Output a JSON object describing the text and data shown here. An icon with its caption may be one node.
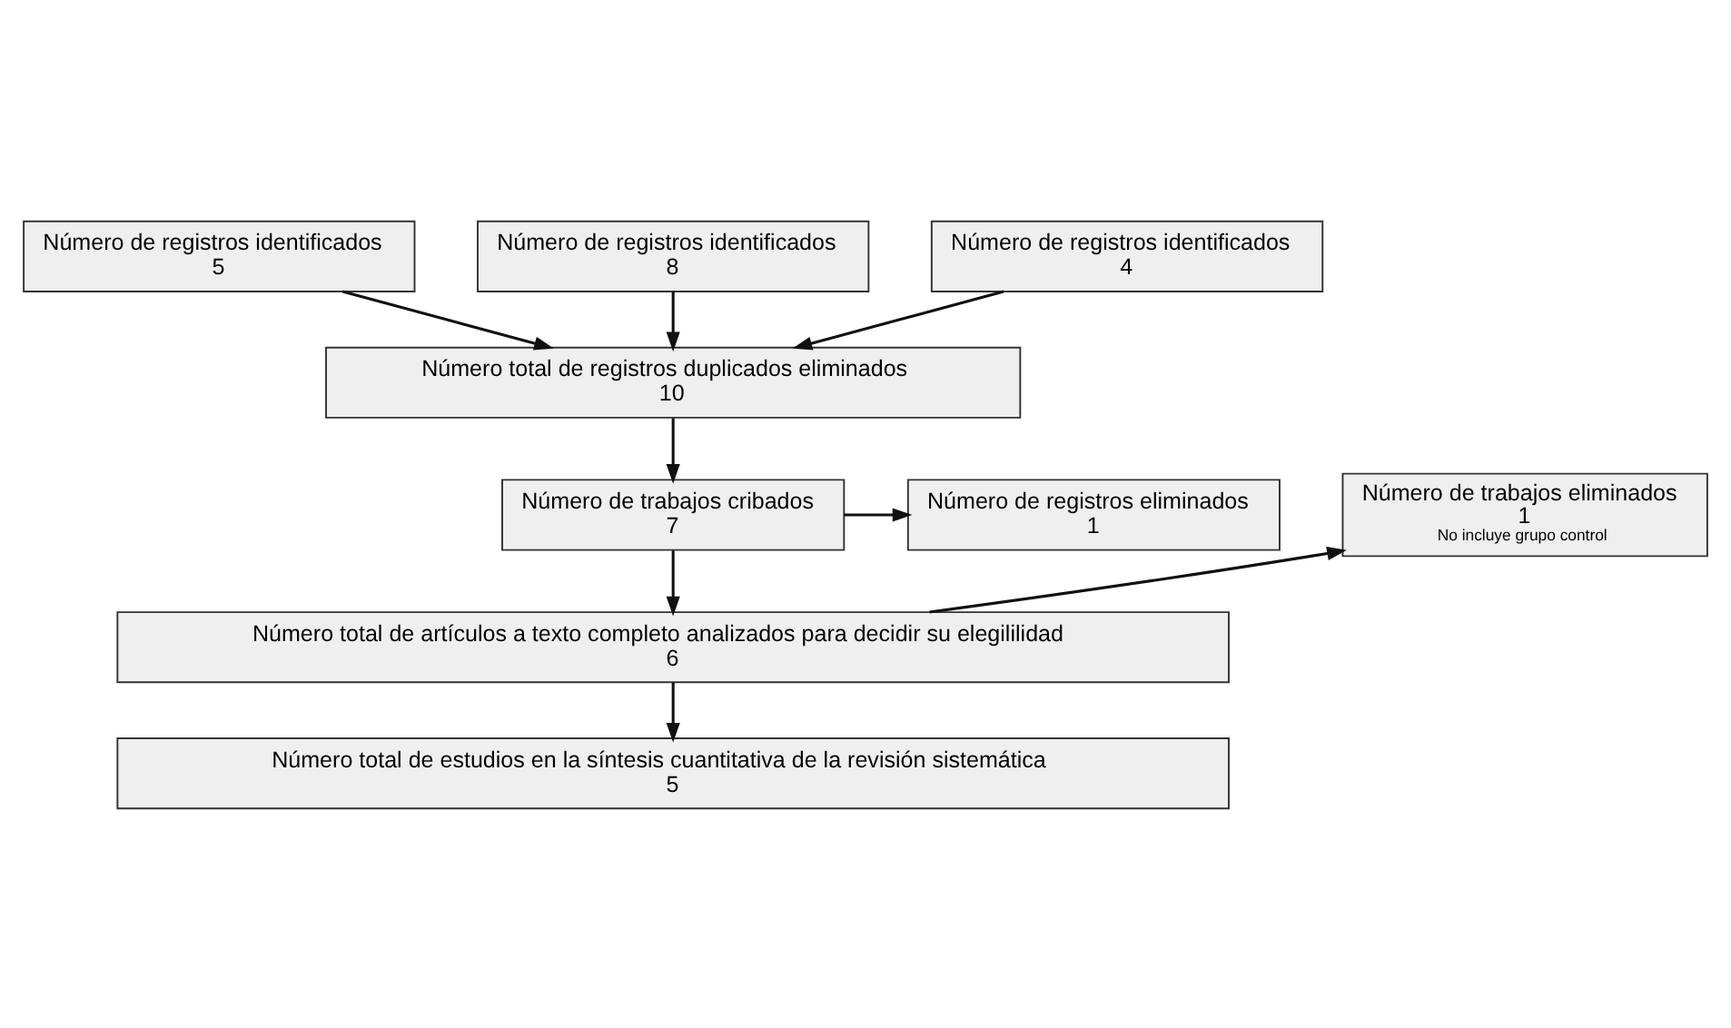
{
  "diagram": {
    "nodes": [
      {
        "text": [
          "Número de registros identificados",
          "5"
        ]
      },
      {
        "text": [
          "Número de registros identificados",
          "8"
        ]
      },
      {
        "text": [
          "Número de registros identificados",
          "4"
        ]
      },
      {
        "text": [
          "Número total de registros duplicados eliminados",
          "10"
        ]
      },
      {
        "text": [
          "Número de registros eliminados",
          "1"
        ]
      },
      {
        "text": [
          "Número de trabajos cribados",
          "7"
        ]
      },
      {
        "text": [
          "Número de trabajos eliminados",
          "1",
          "No incluye grupo control"
        ]
      },
      {
        "text": [
          "Número total de artículos a texto completo analizados para decidir su elegililidad",
          "6"
        ]
      },
      {
        "text": [
          "Número total de estudios en la síntesis cuantitativa de la revisión sistemática",
          "5"
        ]
      }
    ],
    "edges": [
      {
        "from": 0,
        "to": 3,
        "arrow": "to"
      },
      {
        "from": 1,
        "to": 3,
        "arrow": "to"
      },
      {
        "from": 2,
        "to": 3,
        "arrow": "to"
      },
      {
        "from": 3,
        "to": 5,
        "arrow": "to"
      },
      {
        "from": 5,
        "to": 4,
        "arrow": "to"
      },
      {
        "from": 5,
        "to": 7,
        "arrow": "to"
      },
      {
        "from": 7,
        "to": 6,
        "arrow": "to"
      },
      {
        "from": 7,
        "to": 8,
        "arrow": "to"
      }
    ]
  }
}
